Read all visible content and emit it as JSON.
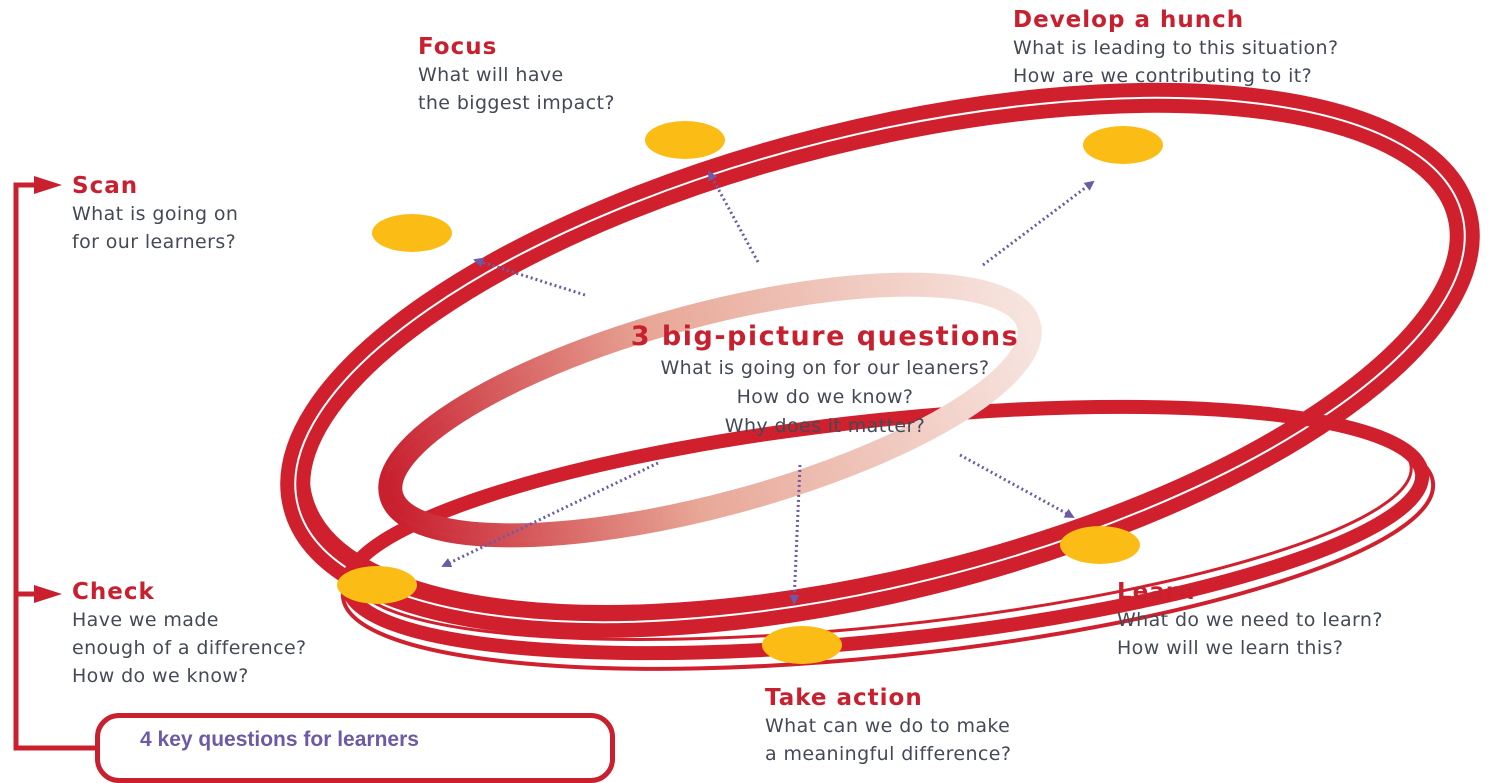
{
  "center": {
    "title": "3 big-picture questions",
    "questions": [
      "What is going on for our leaners?",
      "How do we know?",
      "Why does it matter?"
    ]
  },
  "stages": {
    "focus": {
      "title": "Focus",
      "lines": [
        "What will have",
        "the biggest impact?"
      ]
    },
    "hunch": {
      "title": "Develop a hunch",
      "lines": [
        "What is leading to this situation?",
        "How are we contributing to it?"
      ]
    },
    "scan": {
      "title": "Scan",
      "lines": [
        "What is going on",
        "for our learners?"
      ]
    },
    "check": {
      "title": "Check",
      "lines": [
        "Have we made",
        "enough of a difference?",
        "How do we know?"
      ]
    },
    "learn": {
      "title": "Learn",
      "lines": [
        "What do we need to learn?",
        "How will we learn this?"
      ]
    },
    "action": {
      "title": "Take action",
      "lines": [
        "What can we do to make",
        "a meaningful difference?"
      ]
    }
  },
  "keybox": {
    "label": "4 key questions for learners"
  },
  "colors": {
    "ring": "#d0202e",
    "node": "#fbbd15",
    "arrow": "#6d5aa6",
    "title": "#c8202f",
    "text": "#444a55"
  }
}
